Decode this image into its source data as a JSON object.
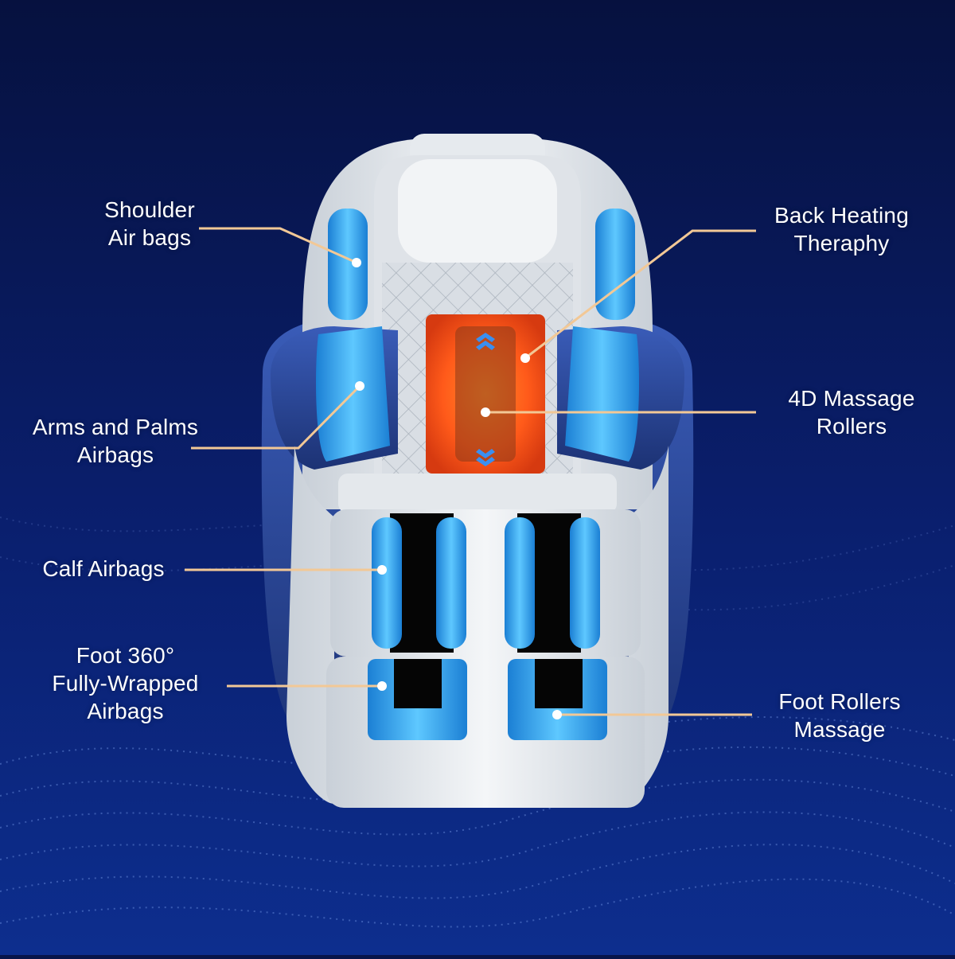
{
  "colors": {
    "background_top": "#07144a",
    "background_bottom": "#0c2a86",
    "leader_line": "#f2c896",
    "leader_dot": "#ffffff",
    "airbag_blue": "#2fa8f0",
    "heat_orange": "#ff5a1a",
    "chair_white": "#e9edf2",
    "chair_blue": "#2c4a9a"
  },
  "callouts": {
    "shoulder": {
      "lines": [
        "Shoulder",
        "Air bags"
      ]
    },
    "arms": {
      "lines": [
        "Arms and Palms",
        "Airbags"
      ]
    },
    "calf": {
      "lines": [
        "Calf Airbags"
      ]
    },
    "foot_wrap": {
      "lines": [
        "Foot 360°",
        "Fully-Wrapped",
        "Airbags"
      ]
    },
    "back_heat": {
      "lines": [
        "Back Heating",
        "Theraphy"
      ]
    },
    "rollers_4d": {
      "lines": [
        "4D Massage",
        "Rollers"
      ]
    },
    "foot_rollers": {
      "lines": [
        "Foot Rollers",
        "Massage"
      ]
    }
  }
}
